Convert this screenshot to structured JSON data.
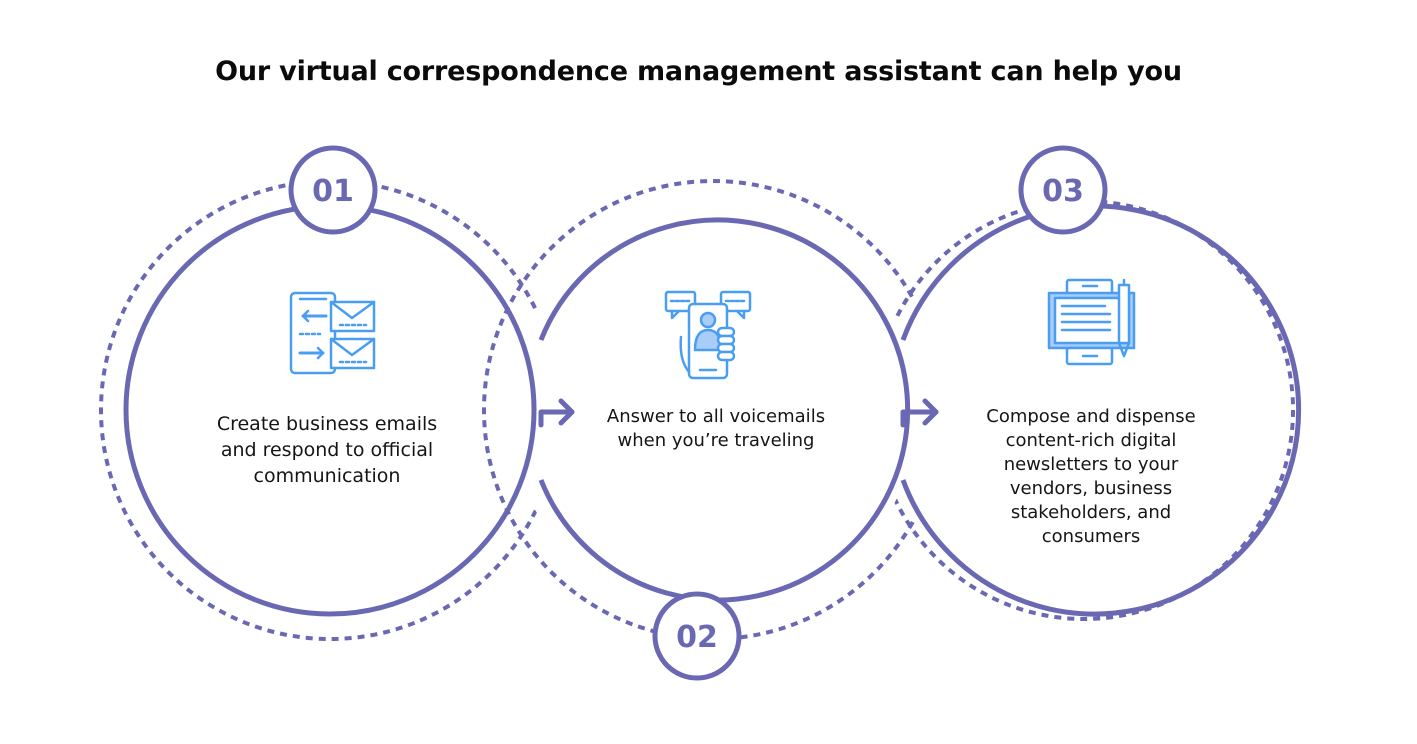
{
  "title": "Our virtual correspondence management assistant can help you",
  "colors": {
    "ring": "#6a68b3",
    "icon": "#4a9ef2",
    "icon_fill": "#a8cdf8",
    "text": "#151515"
  },
  "steps": [
    {
      "number": "01",
      "icon": "email-exchange-icon",
      "text": "Create business emails and respond to official communication"
    },
    {
      "number": "02",
      "icon": "voicemail-phone-icon",
      "text": "Answer to all voicemails when you’re traveling"
    },
    {
      "number": "03",
      "icon": "newsletter-document-icon",
      "text": "Compose and dispense content-rich digital newsletters to your vendors, business stakeholders, and consumers"
    }
  ]
}
